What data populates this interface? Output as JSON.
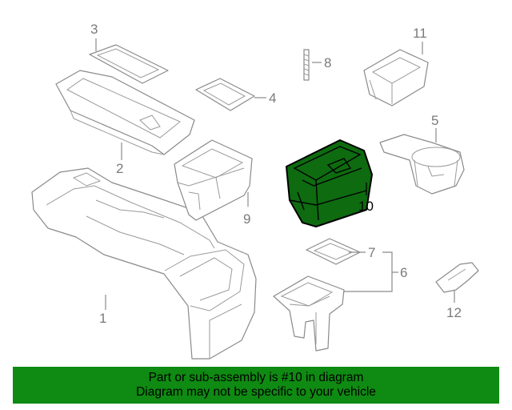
{
  "diagram": {
    "callouts": [
      "1",
      "2",
      "3",
      "4",
      "5",
      "6",
      "7",
      "8",
      "9",
      "10",
      "11",
      "12"
    ],
    "highlighted_part": "10",
    "colors": {
      "highlight": "#0e6b10",
      "banner": "#0f8a12",
      "line": "#8a8a8a"
    }
  },
  "banner": {
    "line1": "Part or sub-assembly is #10 in diagram",
    "line2": "Diagram may not be specific to your vehicle"
  }
}
